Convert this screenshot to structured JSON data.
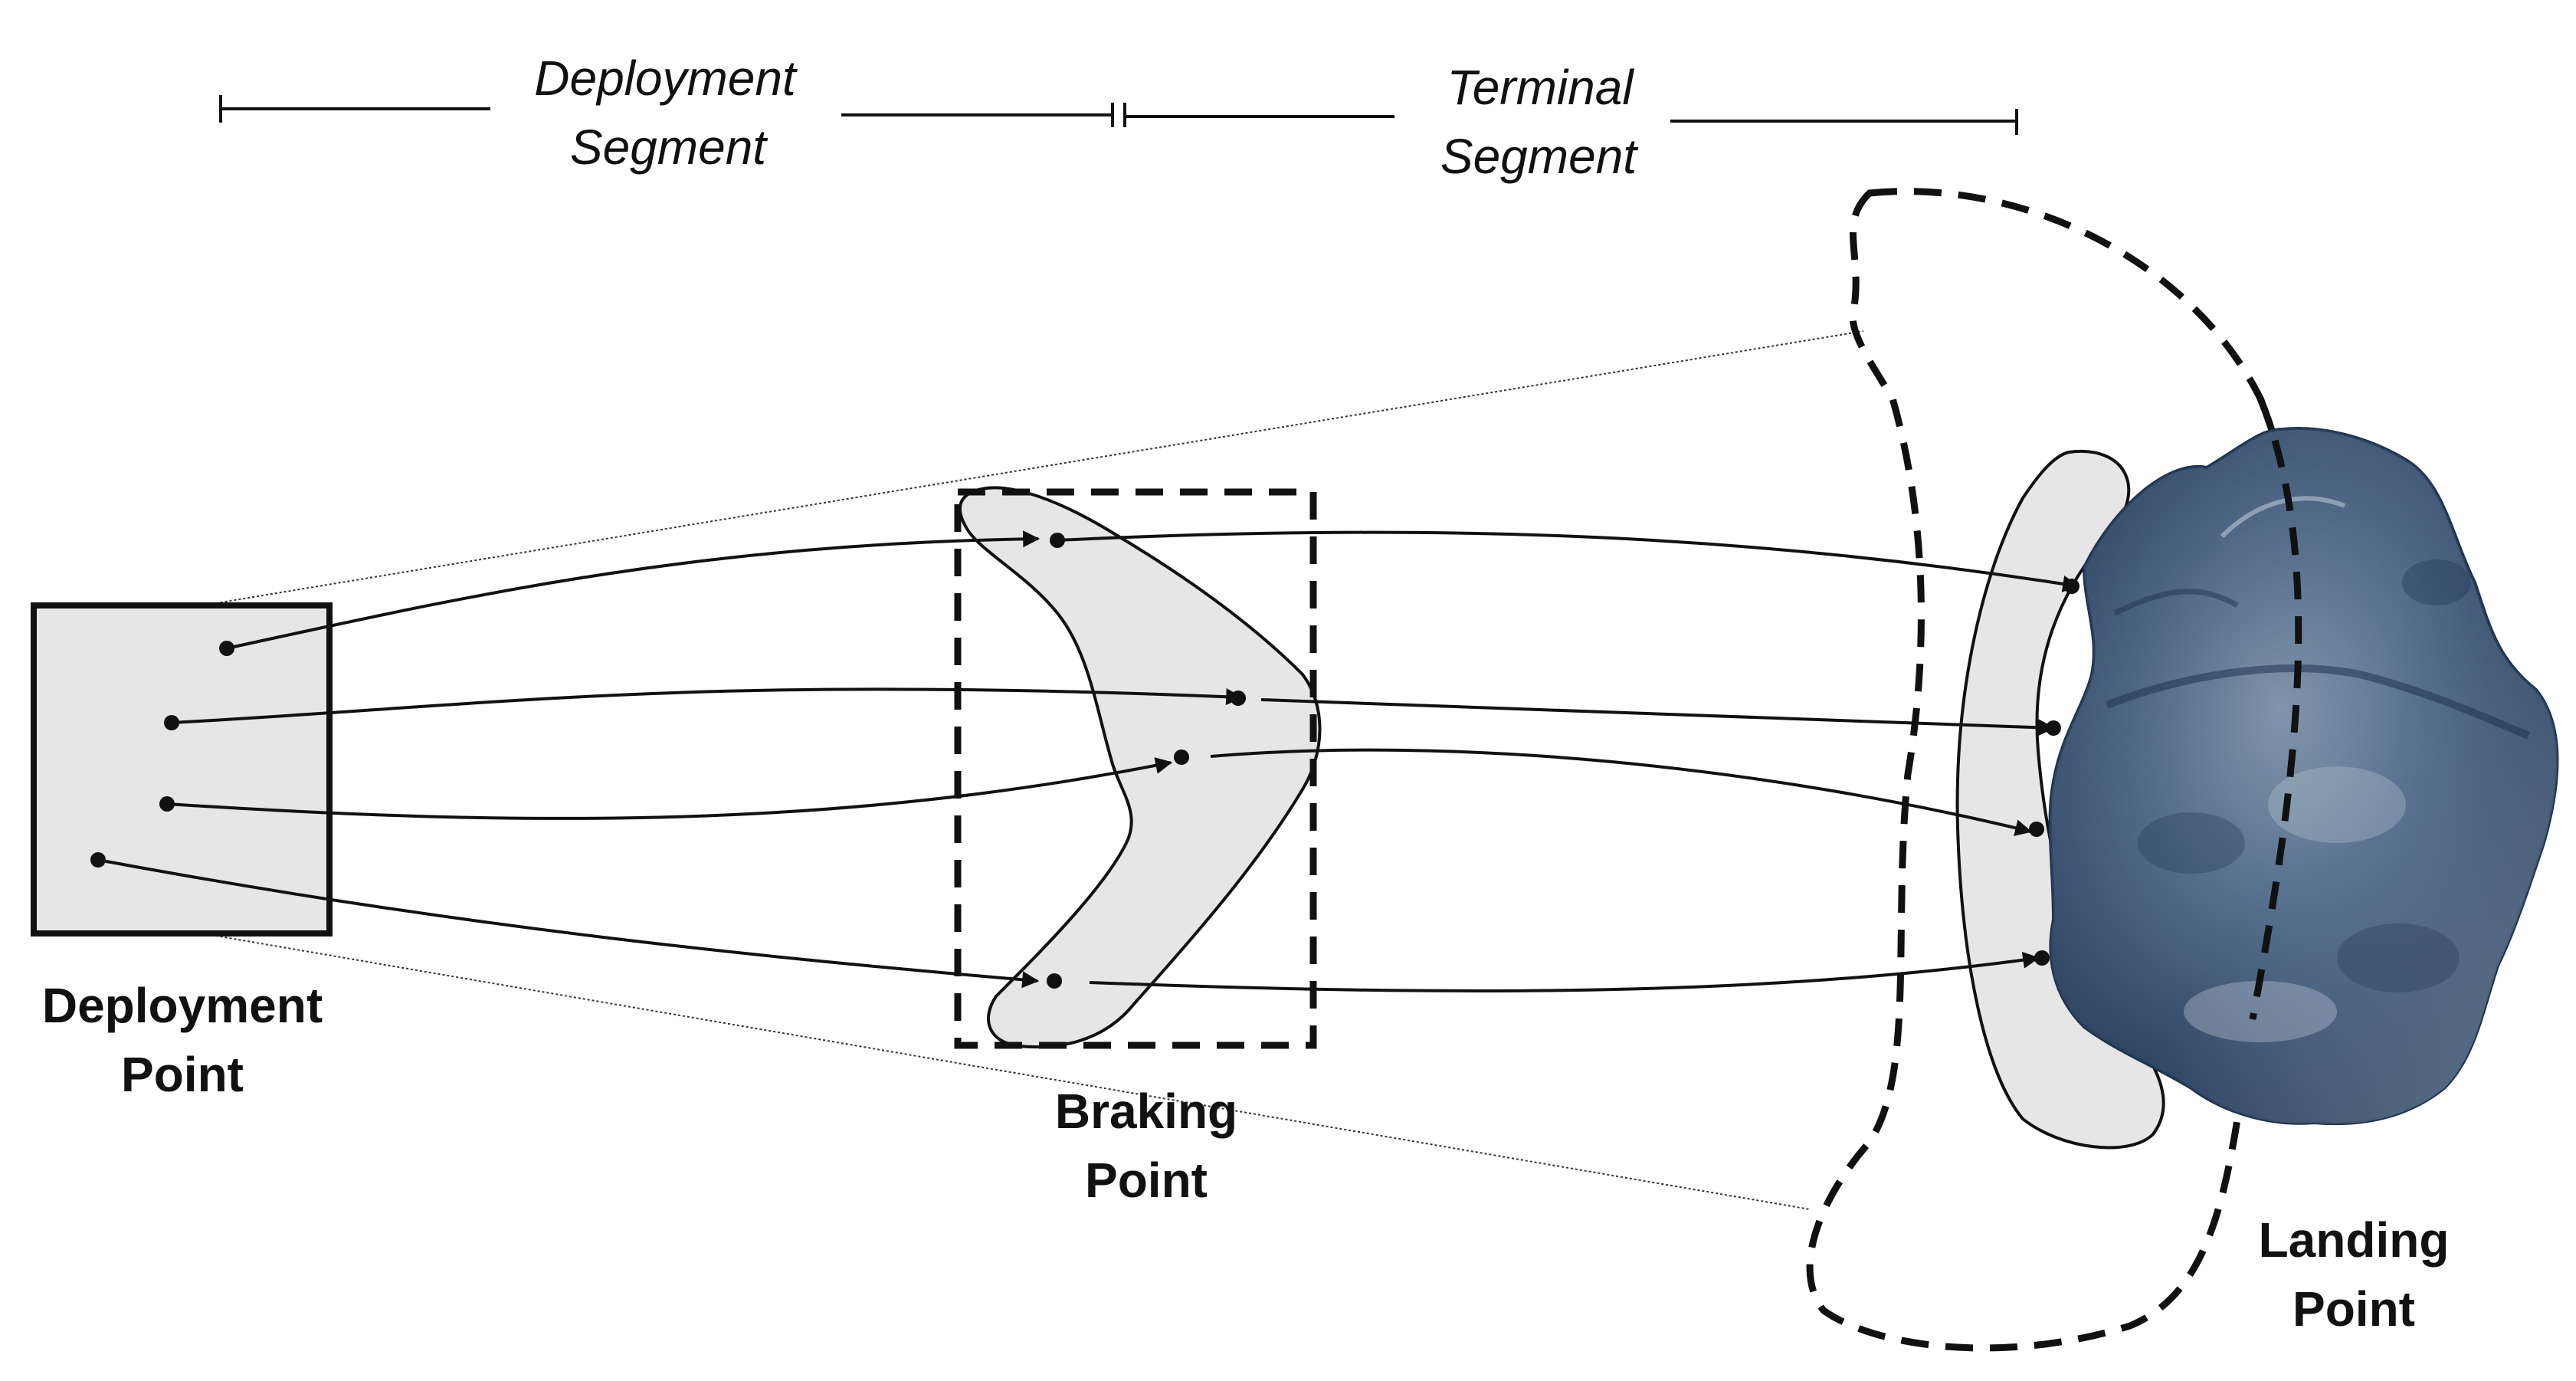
{
  "segments": {
    "deployment": {
      "line1": "Deployment",
      "line2": "Segment"
    },
    "terminal": {
      "line1": "Terminal",
      "line2": "Segment"
    }
  },
  "points": {
    "deployment": {
      "line1": "Deployment",
      "line2": "Point"
    },
    "braking": {
      "line1": "Braking",
      "line2": "Point"
    },
    "landing": {
      "line1": "Landing",
      "line2": "Point"
    }
  },
  "colors": {
    "region_fill": "#e6e6e6",
    "stroke": "#111111",
    "asteroid_dark": "#1e3350",
    "asteroid_mid": "#43607f",
    "asteroid_light": "#8b9fb4"
  }
}
